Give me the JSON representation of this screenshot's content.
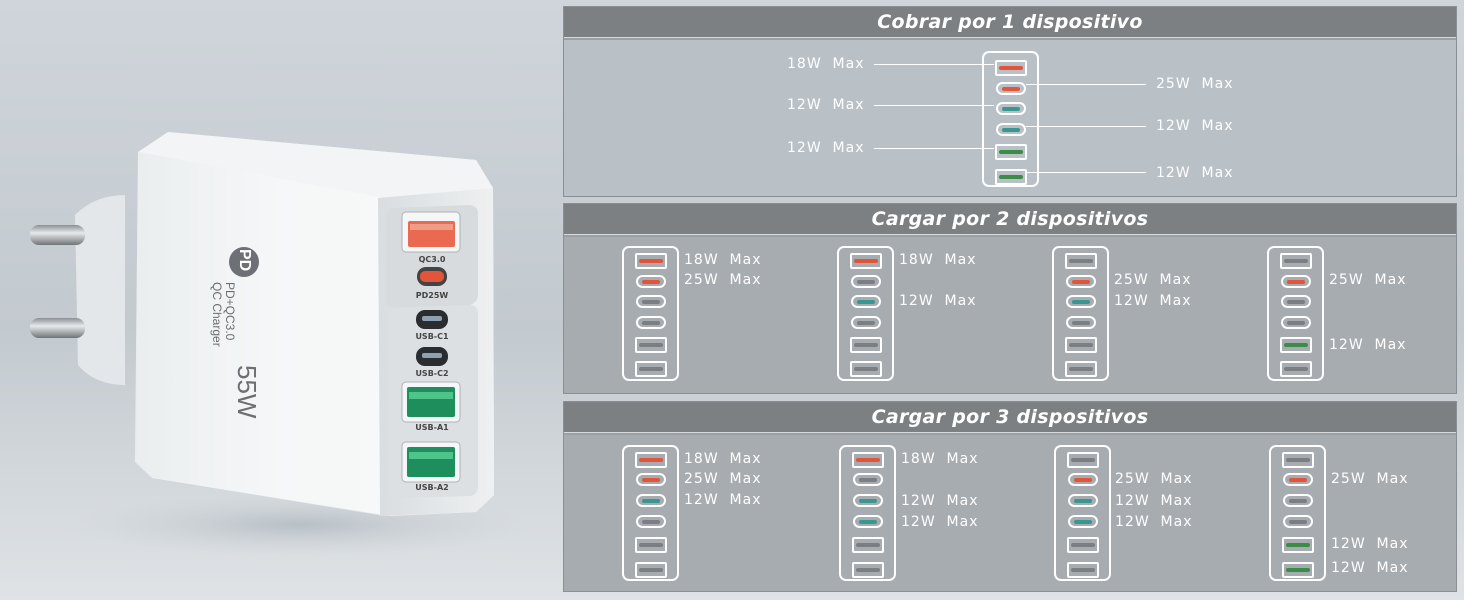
{
  "colors": {
    "orange": "#e2553a",
    "teal": "#3a9690",
    "green": "#3b8c46",
    "gray": "#7b7f83"
  },
  "product": {
    "ports": [
      "QC3.0",
      "PD25W",
      "USB-C1",
      "USB-C2",
      "USB-A1",
      "USB-A2"
    ],
    "badge": "PD",
    "line1": "PD+QC3.0",
    "line2": "QC Charger",
    "wattage": "55W"
  },
  "panel1": {
    "title": "Cobrar por 1 dispositivo",
    "ports": [
      "orange",
      "orange",
      "teal",
      "teal",
      "green",
      "green"
    ],
    "labels": [
      "18W  Max",
      "25W  Max",
      "12W  Max",
      "12W  Max",
      "12W  Max",
      "12W  Max"
    ]
  },
  "panel2": {
    "title": "Cargar por 2 dispositivos",
    "groups": [
      {
        "ports": [
          "orange",
          "orange",
          "gray",
          "gray",
          "gray",
          "gray"
        ],
        "labels": [
          "18W  Max",
          "25W  Max"
        ]
      },
      {
        "ports": [
          "orange",
          "gray",
          "teal",
          "gray",
          "gray",
          "gray"
        ],
        "labels": [
          "18W  Max",
          "12W  Max"
        ]
      },
      {
        "ports": [
          "gray",
          "orange",
          "teal",
          "gray",
          "gray",
          "gray"
        ],
        "labels": [
          "25W  Max",
          "12W  Max"
        ]
      },
      {
        "ports": [
          "gray",
          "orange",
          "gray",
          "gray",
          "green",
          "gray"
        ],
        "labels": [
          "25W  Max",
          "12W  Max"
        ]
      }
    ]
  },
  "panel3": {
    "title": "Cargar por 3 dispositivos",
    "groups": [
      {
        "ports": [
          "orange",
          "orange",
          "teal",
          "gray",
          "gray",
          "gray"
        ],
        "labels": [
          "18W  Max",
          "25W  Max",
          "12W  Max"
        ]
      },
      {
        "ports": [
          "orange",
          "gray",
          "teal",
          "teal",
          "gray",
          "gray"
        ],
        "labels": [
          "18W  Max",
          "12W  Max",
          "12W  Max"
        ]
      },
      {
        "ports": [
          "gray",
          "orange",
          "teal",
          "teal",
          "gray",
          "gray"
        ],
        "labels": [
          "25W  Max",
          "12W  Max",
          "12W  Max"
        ]
      },
      {
        "ports": [
          "gray",
          "orange",
          "gray",
          "gray",
          "green",
          "green"
        ],
        "labels": [
          "25W  Max",
          "12W  Max",
          "12W  Max"
        ]
      }
    ]
  }
}
